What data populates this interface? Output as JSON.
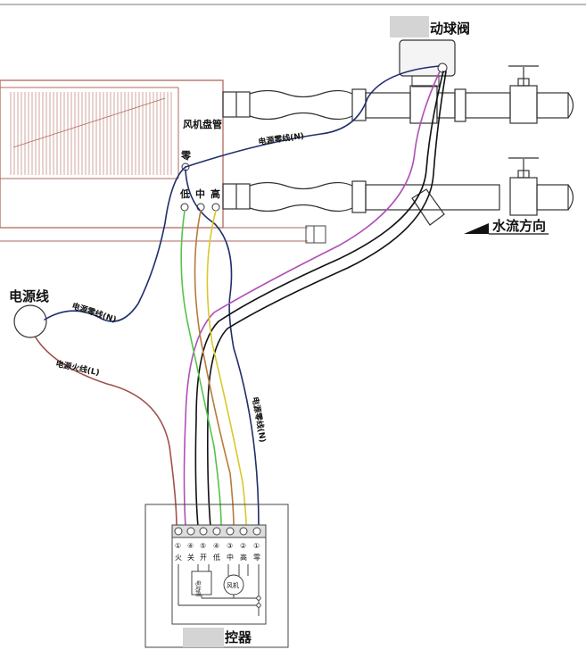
{
  "labels": {
    "ball_valve": "动球阀",
    "fan_coil": "风机盘管",
    "neutral_mark": "零",
    "speed_low": "低",
    "speed_mid": "中",
    "speed_high": "高",
    "water_flow": "水流方向",
    "power_line": "电源线",
    "power_neutral_top": "电源零线(N)",
    "power_neutral_left": "电源零线(N)",
    "power_live": "电源火线(L)",
    "power_neutral_vertical": "电源零线(N)",
    "controller": "控器",
    "valve_box": "电动阀",
    "fan_box": "风机"
  },
  "terminals": [
    {
      "num": "①",
      "label": "火"
    },
    {
      "num": "④",
      "label": "关"
    },
    {
      "num": "⑤",
      "label": "开"
    },
    {
      "num": "④",
      "label": "低"
    },
    {
      "num": "③",
      "label": "中"
    },
    {
      "num": "②",
      "label": "高"
    },
    {
      "num": "①",
      "label": "零"
    }
  ],
  "colors": {
    "live_wire": "#a0524a",
    "neutral_wire": "#1f2f6b",
    "black_wire": "#111111",
    "purple_wire": "#b04fb8",
    "green_wire": "#55c24a",
    "orange_wire": "#b87a3c",
    "yellow_wire": "#d8c82a",
    "equipment": "#b06a5c"
  }
}
